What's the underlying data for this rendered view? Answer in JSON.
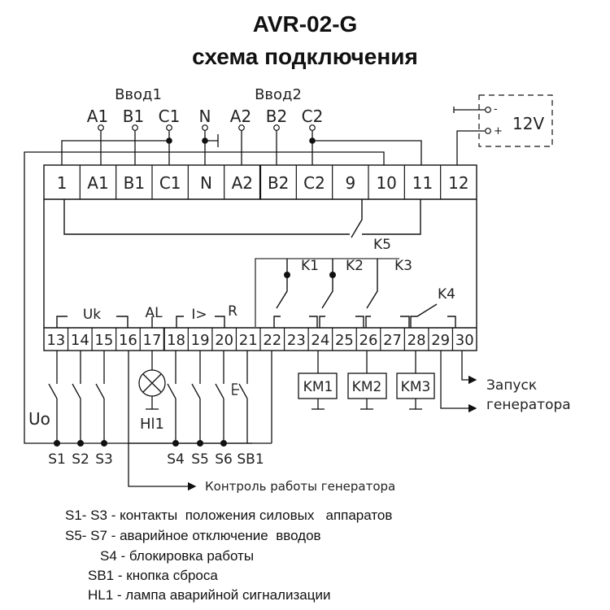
{
  "title": "AVR-02-G",
  "subtitle": "схема подключения",
  "inputs": {
    "input1_label": "Ввод1",
    "input2_label": "Ввод2",
    "phases": [
      "A1",
      "B1",
      "C1",
      "N",
      "A2",
      "B2",
      "C2"
    ]
  },
  "supply": {
    "voltage": "12V",
    "minus": "-",
    "plus": "+"
  },
  "top_terminals": [
    "1",
    "A1",
    "B1",
    "C1",
    "N",
    "A2",
    "B2",
    "C2",
    "9",
    "10",
    "11",
    "12"
  ],
  "bottom_terminals": [
    "13",
    "14",
    "15",
    "16",
    "17",
    "18",
    "19",
    "20",
    "21",
    "22",
    "23",
    "24",
    "25",
    "26",
    "27",
    "28",
    "29",
    "30"
  ],
  "groups": {
    "uk": "Uk",
    "al": "AL",
    "i": "I>",
    "r": "R"
  },
  "relays": {
    "k1": "K1",
    "k2": "K2",
    "k3": "K3",
    "k4": "K4",
    "k5": "K5"
  },
  "contactors": [
    "KM1",
    "KM2",
    "KM3"
  ],
  "switches": [
    "S1",
    "S2",
    "S3",
    "S4",
    "S5",
    "S6",
    "SB1"
  ],
  "uo_label": "Uo",
  "lamp_label": "Hl1",
  "generator_start": [
    "Запуск",
    "генератора"
  ],
  "generator_control": "Контроль работы генератора",
  "legend": [
    {
      "key": "S1- S3",
      "text": "- контакты  положения силовых   аппаратов"
    },
    {
      "key": "S5- S7",
      "text": "- аварийное отключение  вводов"
    },
    {
      "key": "S4",
      "text": "- блокировка работы"
    },
    {
      "key": "SB1",
      "text": "- кнопка сброса"
    },
    {
      "key": "HL1",
      "text": "- лампа аварийной сигнализации"
    }
  ]
}
